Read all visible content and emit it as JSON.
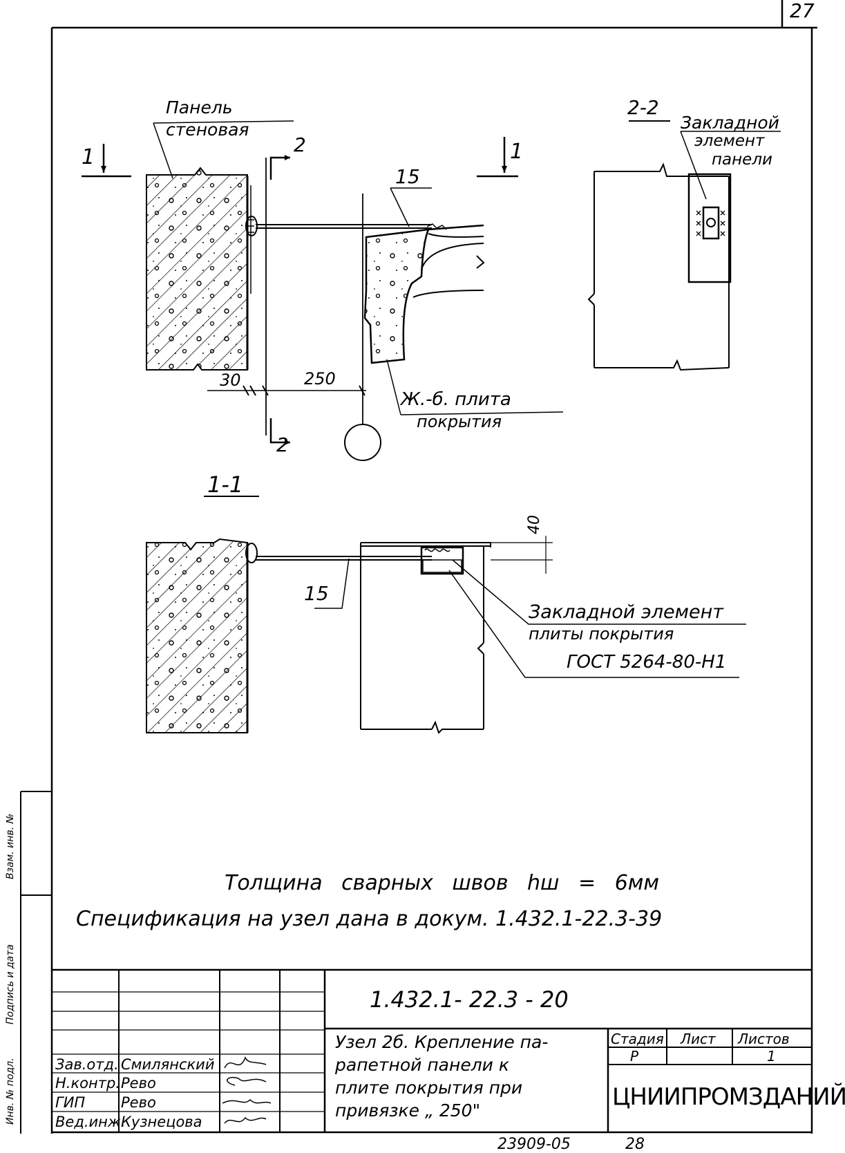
{
  "sheet": {
    "page_number": "27",
    "bottom_code": "23909-05",
    "bottom_number": "28"
  },
  "drawing": {
    "label_wall_panel_line1": "Панель",
    "label_wall_panel_line2": "стеновая",
    "section_1_left": "1",
    "section_1_right": "1",
    "section_2_top": "2",
    "section_2_bottom": "2",
    "item_15_top": "15",
    "item_15_section": "15",
    "dim_30": "30",
    "dim_250": "250",
    "dim_40": "40",
    "label_slab_line1": "Ж.-б. плита",
    "label_slab_line2": "покрытия",
    "section_2_2_title": "2-2",
    "label_panel_embed_line1": "Закладной",
    "label_panel_embed_line2": "элемент",
    "label_panel_embed_line3": "панели",
    "section_1_1_title": "1-1",
    "label_slab_embed_line1": "Закладной элемент",
    "label_slab_embed_line2": "плиты покрытия",
    "label_slab_embed_line3": "ГОСТ 5264-80-Н1"
  },
  "notes": {
    "weld_note": "Толщина сварных швов hш = 6мм",
    "spec_note": "Спецификация на узел дана в докум. 1.432.1-22.3-39"
  },
  "left_strip": {
    "inv_no": "Инв. № подл.",
    "sign_date": "Подпись и дата",
    "replace": "Взам. инв. №"
  },
  "title_block": {
    "document_code": "1.432.1- 22.3 - 20",
    "title_line1": "Узел 2б. Крепление па-",
    "title_line2": "рапетной панели к",
    "title_line3": "плите покрытия при",
    "title_line4": "привязке „ 250\"",
    "stage_header": "Стадия",
    "sheet_header": "Лист",
    "sheets_header": "Листов",
    "stage_value": "Р",
    "sheet_value": "",
    "sheets_value": "1",
    "organization": "ЦНИИПРОМЗДАНИЙ",
    "signers": [
      {
        "role": "Зав.отд.",
        "name": "Смилянский"
      },
      {
        "role": "Н.контр.",
        "name": "Рево"
      },
      {
        "role": "ГИП",
        "name": "Рево"
      },
      {
        "role": "Вед.инж.",
        "name": "Кузнецова"
      }
    ]
  }
}
